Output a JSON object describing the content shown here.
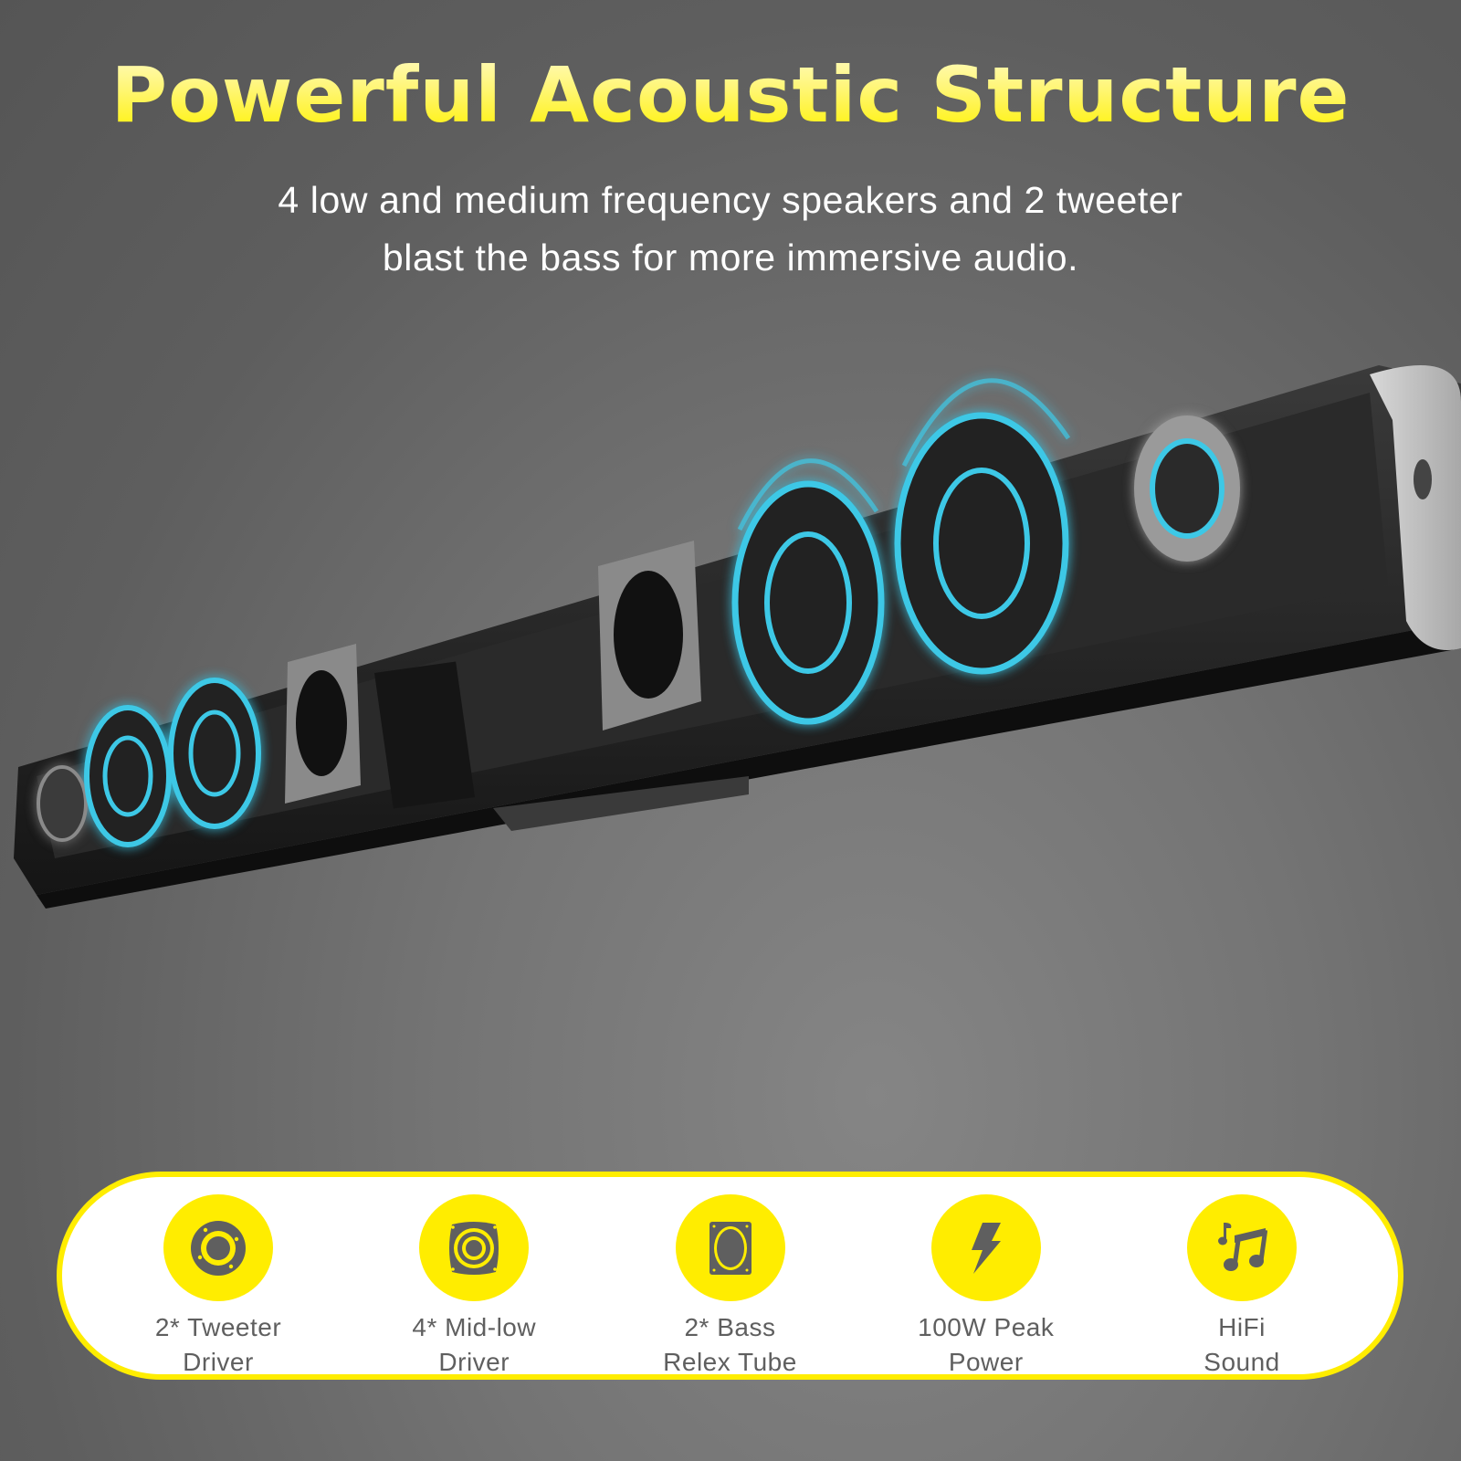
{
  "header": {
    "title": "Powerful Acoustic Structure",
    "subtitle_line1": "4 low and medium frequency speakers and 2 tweeter",
    "subtitle_line2": "blast the bass for more immersive audio."
  },
  "product_image": {
    "description": "Exploded soundbar showing drivers with cyan glow rings",
    "accent_color": "#3ec8e6"
  },
  "features": {
    "border_color": "#ffed00",
    "icon_bg_color": "#ffed00",
    "icon_fg_color": "#5f5f5f",
    "items": [
      {
        "icon": "tweeter-icon",
        "line1": "2* Tweeter",
        "line2": "Driver"
      },
      {
        "icon": "mid-low-speaker-icon",
        "line1": "4* Mid-low",
        "line2": "Driver"
      },
      {
        "icon": "bass-tube-icon",
        "line1": "2* Bass",
        "line2": "Relex Tube"
      },
      {
        "icon": "lightning-icon",
        "line1": "100W Peak",
        "line2": "Power"
      },
      {
        "icon": "music-note-icon",
        "line1": "HiFi",
        "line2": "Sound"
      }
    ]
  }
}
